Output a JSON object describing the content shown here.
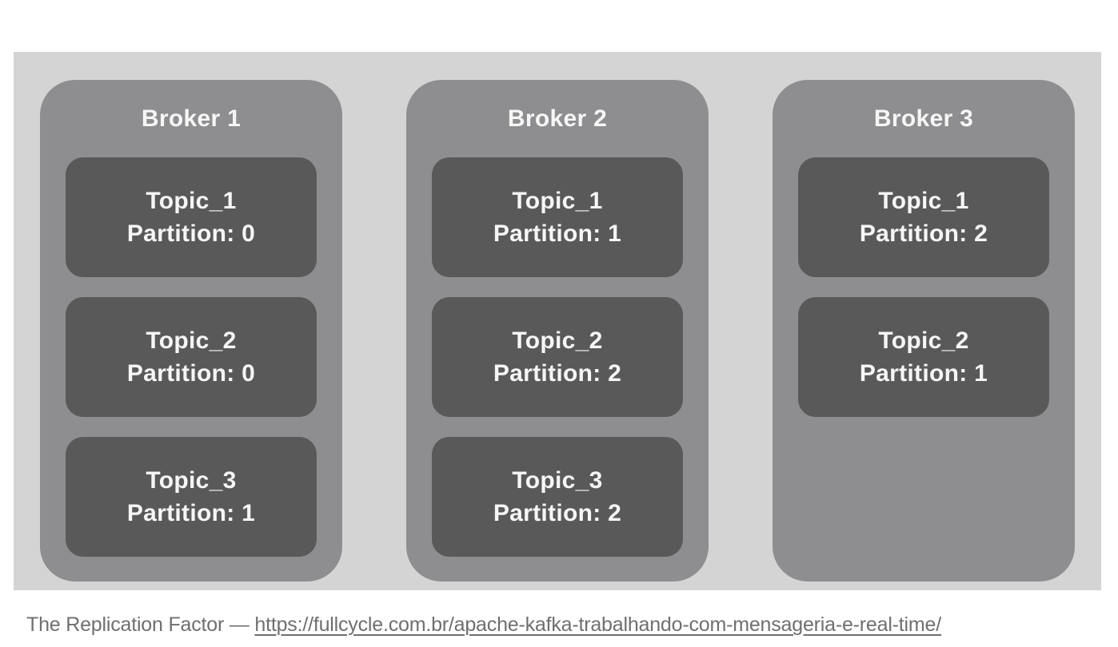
{
  "figure": {
    "background": "#d5d4d5",
    "broker_fill": "#8e8e90",
    "topic_fill": "#59595a",
    "text_color": "#f6f6f7",
    "brokers": [
      {
        "title": "Broker 1",
        "topics": [
          {
            "name": "Topic_1",
            "partition": "Partition: 0"
          },
          {
            "name": "Topic_2",
            "partition": "Partition: 0"
          },
          {
            "name": "Topic_3",
            "partition": "Partition: 1"
          }
        ]
      },
      {
        "title": "Broker 2",
        "topics": [
          {
            "name": "Topic_1",
            "partition": "Partition: 1"
          },
          {
            "name": "Topic_2",
            "partition": "Partition: 2"
          },
          {
            "name": "Topic_3",
            "partition": "Partition: 2"
          }
        ]
      },
      {
        "title": "Broker 3",
        "topics": [
          {
            "name": "Topic_1",
            "partition": "Partition: 2"
          },
          {
            "name": "Topic_2",
            "partition": "Partition: 1"
          }
        ]
      }
    ]
  },
  "caption": {
    "prefix": "The Replication Factor — ",
    "link_text": "https://fullcycle.com.br/apache-kafka-trabalhando-com-mensageria-e-real-time/",
    "color": "#6f6f70"
  }
}
